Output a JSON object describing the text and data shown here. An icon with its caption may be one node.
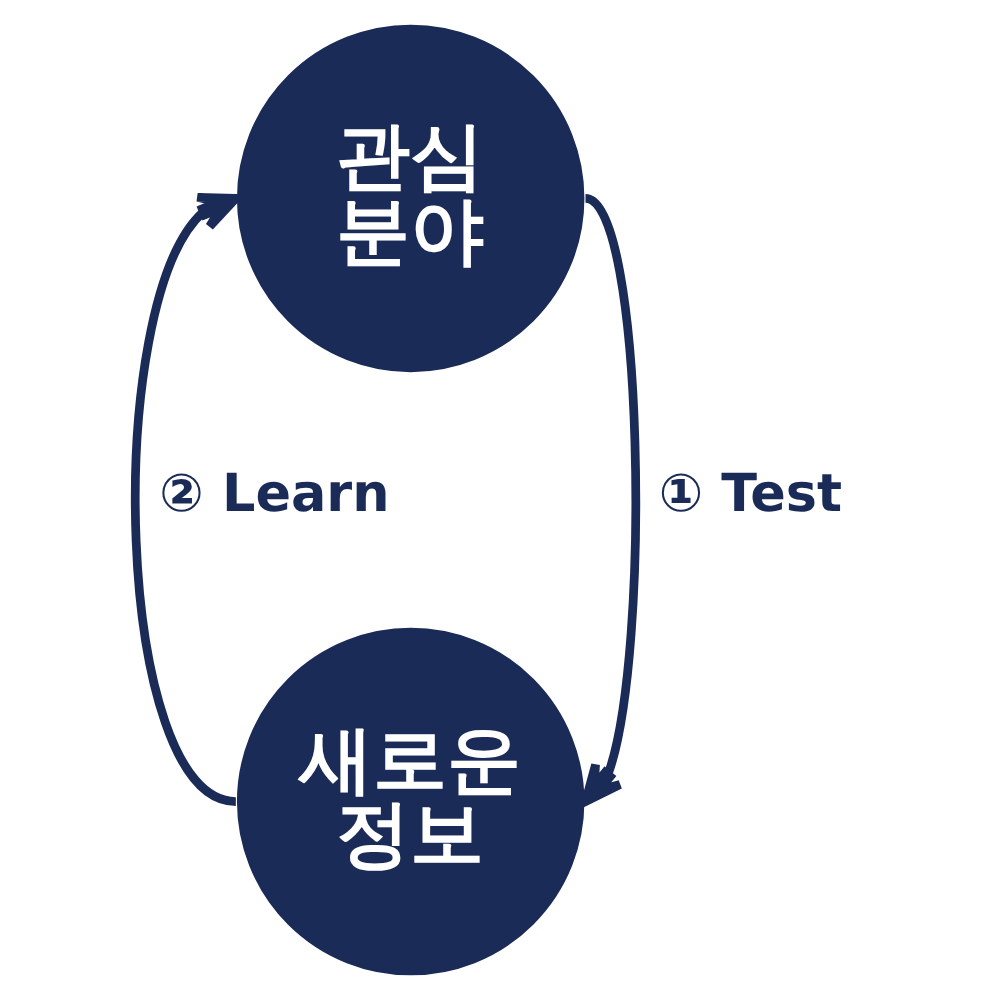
{
  "diagram": {
    "nodes": [
      {
        "text": [
          "관심 분야"
        ]
      },
      {
        "text": [
          "새로운 정보"
        ]
      }
    ],
    "edges": [
      {
        "from": 0,
        "to": 1,
        "arrow": "to",
        "label": "① Test"
      },
      {
        "from": 1,
        "to": 0,
        "arrow": "to",
        "label": "② Learn"
      }
    ]
  }
}
